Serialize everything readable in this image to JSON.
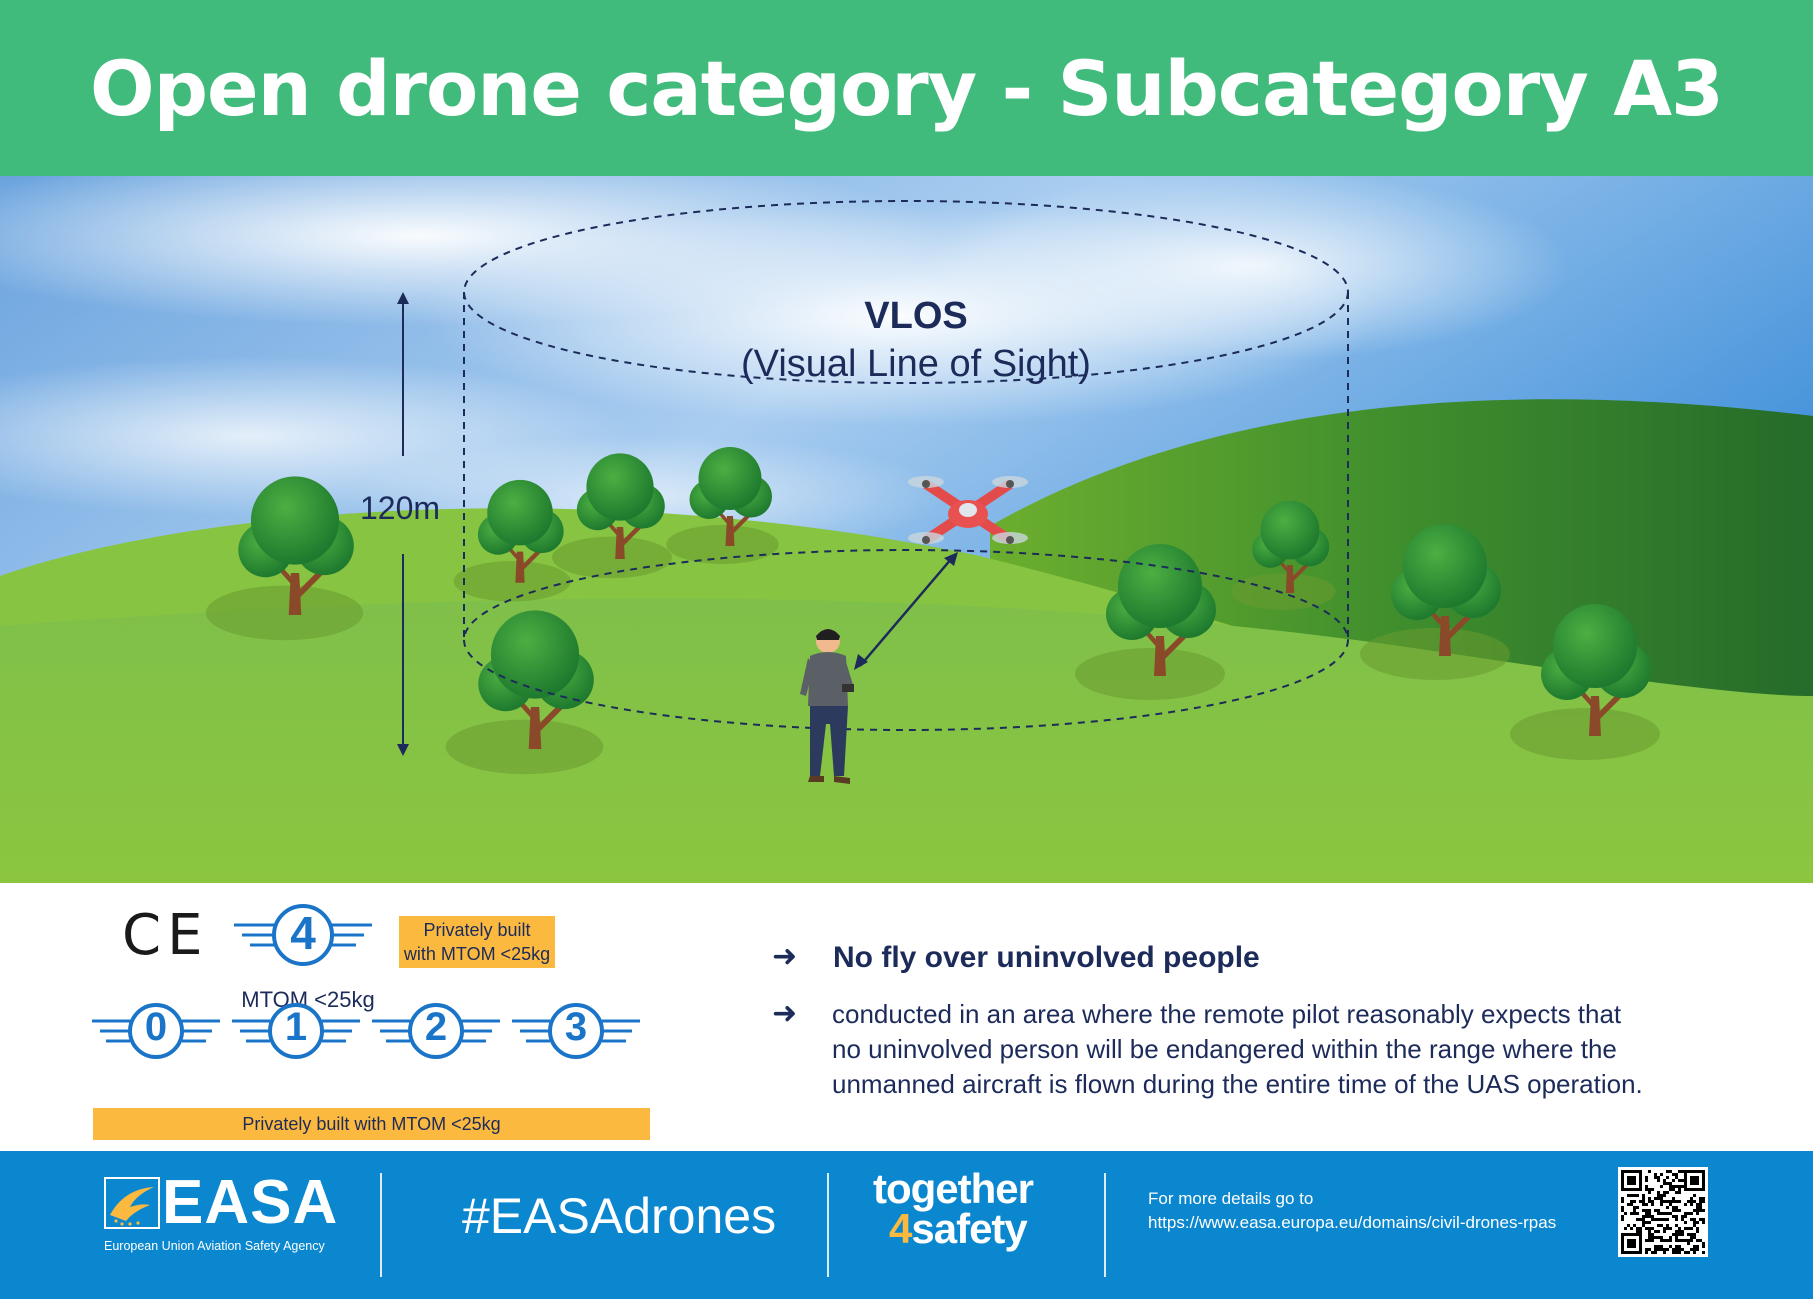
{
  "header": {
    "title": "Open drone category - Subcategory A3"
  },
  "scene": {
    "vlos_line1": "VLOS",
    "vlos_line2": "(Visual Line of Sight)",
    "height_label": "120m"
  },
  "classes": {
    "ce_mark": "CE",
    "class4_number": "4",
    "class4_caption": "MTOM <25kg",
    "class4_note_line1": "Privately built",
    "class4_note_line2": "with MTOM <25kg",
    "class_numbers": [
      "0",
      "1",
      "2",
      "3"
    ],
    "bottom_note": "Privately built with MTOM <25kg"
  },
  "rules": {
    "rule1": "No fly over uninvolved people",
    "rule2_line1": "conducted in an area where the remote pilot reasonably expects that",
    "rule2_line2": "no uninvolved person will be endangered within the range where the",
    "rule2_line3": "unmanned aircraft is flown during the entire time of the UAS operation.",
    "arrow": "➜"
  },
  "footer": {
    "logo_text": "EASA",
    "agency_name": "European Union Aviation Safety Agency",
    "hashtag": "#EASAdrones",
    "slogan_line1": "together",
    "slogan_four": "4",
    "slogan_rest": "safety",
    "details_line1": "For more details go to",
    "details_line2": "https://www.easa.europa.eu/domains/civil-drones-rpas"
  },
  "colors": {
    "header_green": "#41bb7c",
    "footer_blue": "#0a87cf",
    "navy": "#1c2b5a",
    "orange": "#fcb940",
    "badge_blue": "#1a75c9"
  }
}
